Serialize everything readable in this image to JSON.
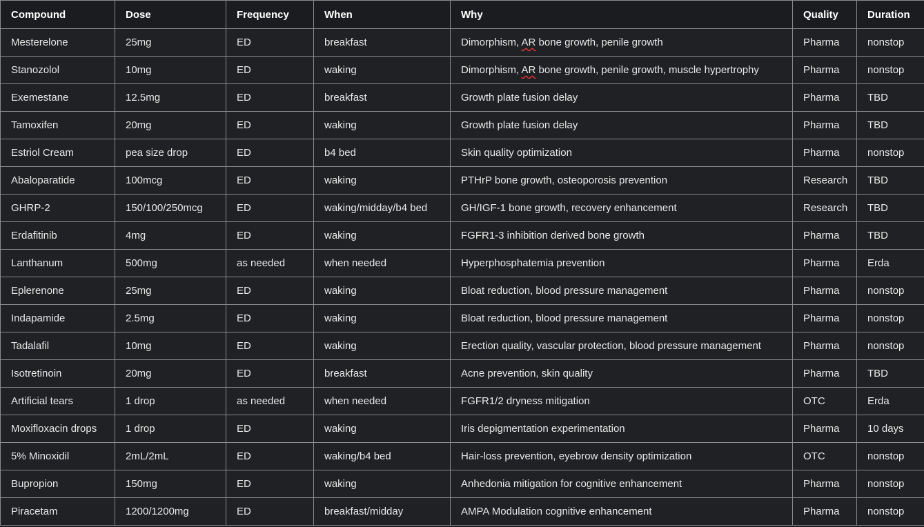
{
  "headers": [
    "Compound",
    "Dose",
    "Frequency",
    "When",
    "Why",
    "Quality",
    "Duration"
  ],
  "rows": [
    [
      "Mesterelone",
      "25mg",
      "ED",
      "breakfast",
      "Dimorphism, AR bone growth, penile growth",
      "Pharma",
      "nonstop"
    ],
    [
      "Stanozolol",
      "10mg",
      "ED",
      "waking",
      "Dimorphism, AR bone growth, penile growth, muscle hypertrophy",
      "Pharma",
      "nonstop"
    ],
    [
      "Exemestane",
      "12.5mg",
      "ED",
      "breakfast",
      "Growth plate fusion delay",
      "Pharma",
      "TBD"
    ],
    [
      "Tamoxifen",
      "20mg",
      "ED",
      "waking",
      "Growth plate fusion delay",
      "Pharma",
      "TBD"
    ],
    [
      "Estriol Cream",
      "pea size drop",
      "ED",
      "b4 bed",
      "Skin quality optimization",
      "Pharma",
      "nonstop"
    ],
    [
      "Abaloparatide",
      "100mcg",
      "ED",
      "waking",
      "PTHrP bone growth, osteoporosis prevention",
      "Research",
      "TBD"
    ],
    [
      "GHRP-2",
      "150/100/250mcg",
      "ED",
      "waking/midday/b4 bed",
      "GH/IGF-1 bone growth, recovery enhancement",
      "Research",
      "TBD"
    ],
    [
      "Erdafitinib",
      "4mg",
      "ED",
      "waking",
      "FGFR1-3 inhibition derived bone growth",
      "Pharma",
      "TBD"
    ],
    [
      "Lanthanum",
      "500mg",
      "as needed",
      "when needed",
      "Hyperphosphatemia prevention",
      "Pharma",
      "Erda"
    ],
    [
      "Eplerenone",
      "25mg",
      "ED",
      "waking",
      "Bloat reduction, blood pressure management",
      "Pharma",
      "nonstop"
    ],
    [
      "Indapamide",
      "2.5mg",
      "ED",
      "waking",
      "Bloat reduction, blood pressure management",
      "Pharma",
      "nonstop"
    ],
    [
      "Tadalafil",
      "10mg",
      "ED",
      "waking",
      "Erection quality, vascular protection, blood pressure management",
      "Pharma",
      "nonstop"
    ],
    [
      "Isotretinoin",
      "20mg",
      "ED",
      "breakfast",
      "Acne prevention, skin quality",
      "Pharma",
      "TBD"
    ],
    [
      "Artificial tears",
      "1 drop",
      "as needed",
      "when needed",
      "FGFR1/2 dryness mitigation",
      "OTC",
      "Erda"
    ],
    [
      "Moxifloxacin drops",
      "1 drop",
      "ED",
      "waking",
      "Iris depigmentation experimentation",
      "Pharma",
      "10 days"
    ],
    [
      "5% Minoxidil",
      "2mL/2mL",
      "ED",
      "waking/b4 bed",
      "Hair-loss prevention, eyebrow density optimization",
      "OTC",
      "nonstop"
    ],
    [
      "Bupropion",
      "150mg",
      "ED",
      "waking",
      "Anhedonia mitigation for cognitive enhancement",
      "Pharma",
      "nonstop"
    ],
    [
      "Piracetam",
      "1200/1200mg",
      "ED",
      "breakfast/midday",
      "AMPA Modulation cognitive enhancement",
      "Pharma",
      "nonstop"
    ]
  ],
  "colors": {
    "background": "#202124",
    "border": "#8b8b8b",
    "header_text": "#ffffff",
    "cell_text": "#e8e8e8"
  }
}
